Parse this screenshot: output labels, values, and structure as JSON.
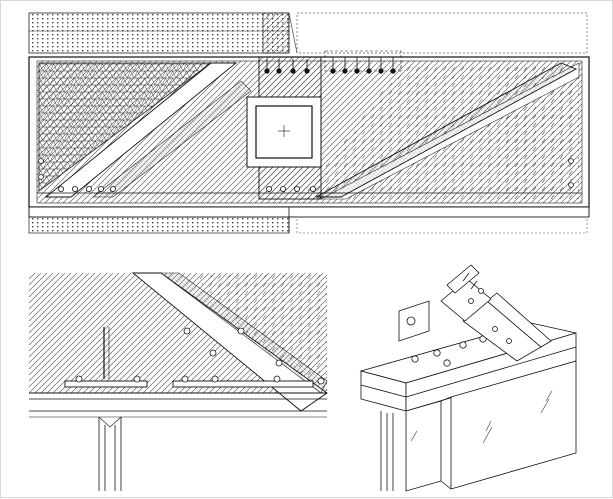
{
  "figure": {
    "panels": [
      {
        "name": "elevation-detail",
        "kind": "2d-elevation"
      },
      {
        "name": "section-detail",
        "kind": "2d-section"
      },
      {
        "name": "isometric-detail",
        "kind": "3d-isometric"
      }
    ],
    "colors": {
      "line": "#1a1a1a",
      "hatch": "#555555",
      "background": "#ffffff",
      "frame": "#d8d8d8"
    }
  }
}
